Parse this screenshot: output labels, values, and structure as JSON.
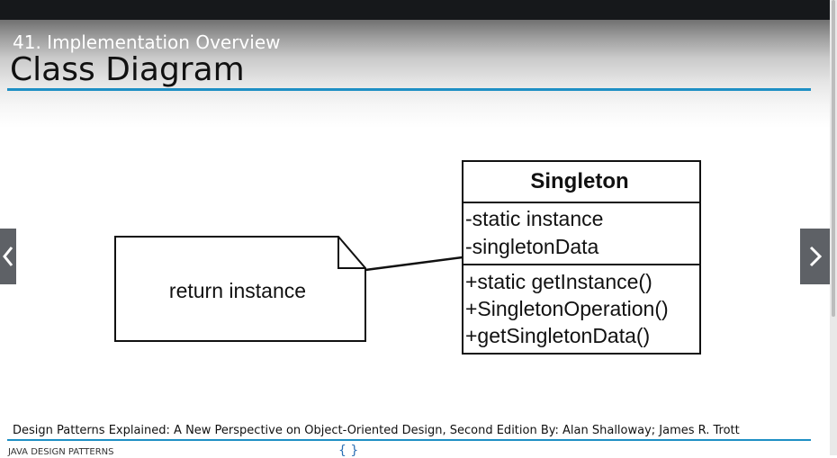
{
  "slide": {
    "number": "41. Implementation Overview",
    "title": "Class Diagram"
  },
  "diagram": {
    "note_text": "return instance",
    "class_name": "Singleton",
    "attributes": [
      "-static instance",
      "-singletonData"
    ],
    "operations": [
      "+static getInstance()",
      "+SingletonOperation()",
      "+getSingletonData()"
    ]
  },
  "footer": {
    "citation": "Design Patterns Explained: A New Perspective on Object-Oriented Design, Second Edition   By: Alan Shalloway; James R. Trott",
    "course": "JAVA DESIGN PATTERNS",
    "logo_text": "{ }"
  },
  "nav": {
    "prev_icon": "chevron-left-icon",
    "next_icon": "chevron-right-icon"
  },
  "colors": {
    "accent": "#1e8fc4",
    "topbar": "#16181b",
    "nav_button": "#5e6166"
  }
}
